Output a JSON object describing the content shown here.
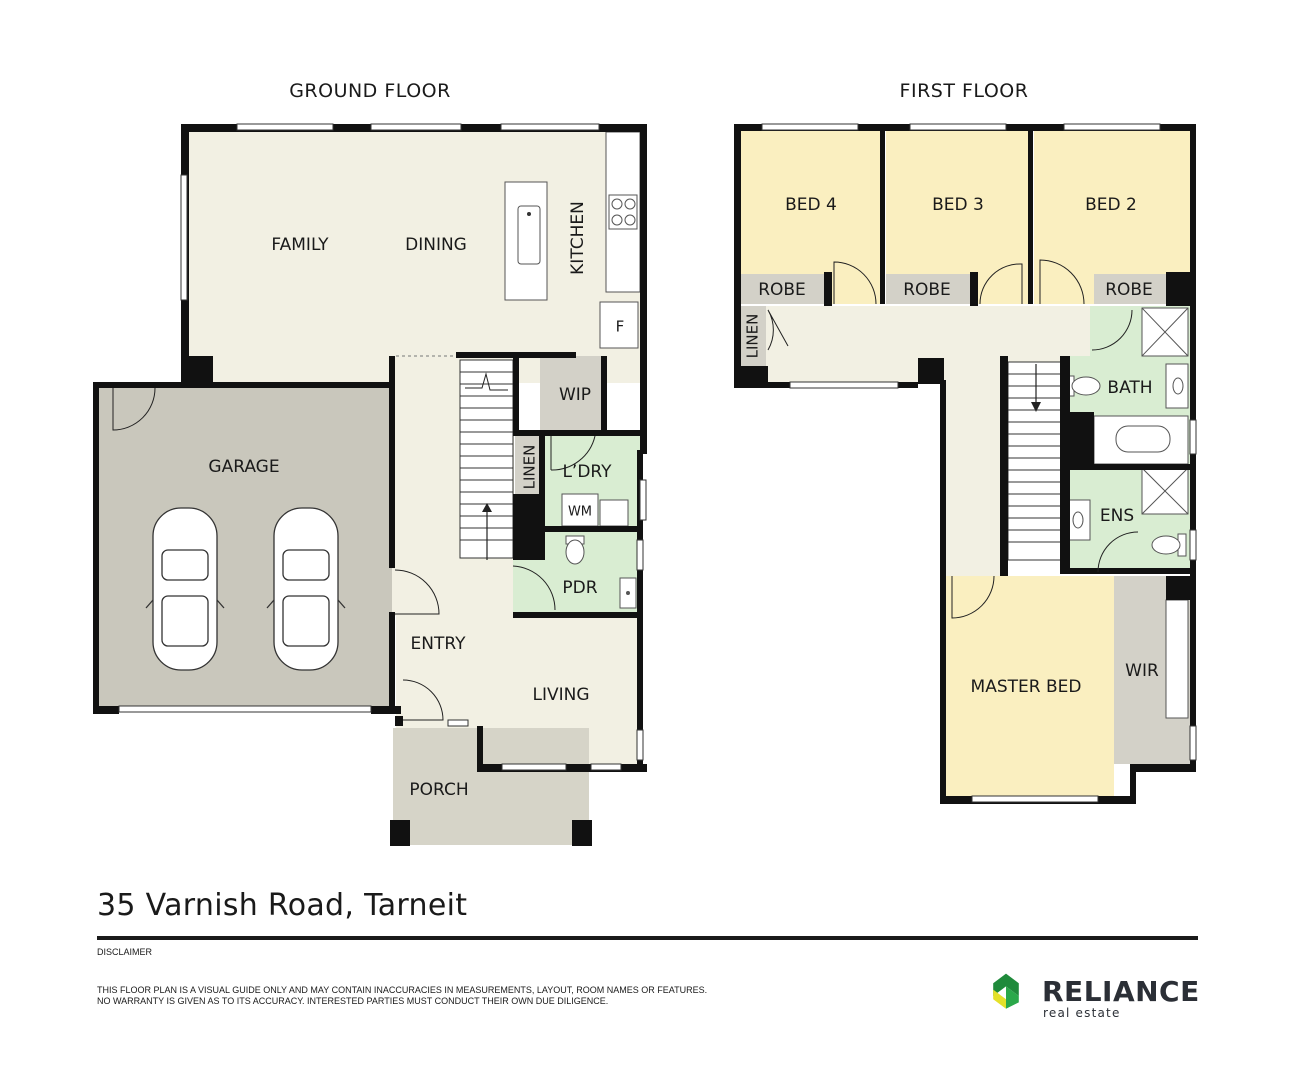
{
  "floors": {
    "ground": {
      "title": "GROUND FLOOR",
      "rooms": {
        "family": "FAMILY",
        "dining": "DINING",
        "kitchen": "KITCHEN",
        "fridge": "F",
        "wip": "WIP",
        "linen": "LINEN",
        "laundry": "L’DRY",
        "wm": "WM",
        "garage": "GARAGE",
        "pdr": "PDR",
        "entry": "ENTRY",
        "living": "LIVING",
        "porch": "PORCH"
      }
    },
    "first": {
      "title": "FIRST FLOOR",
      "rooms": {
        "bed4": "BED 4",
        "bed3": "BED 3",
        "bed2": "BED 2",
        "robe4": "ROBE",
        "robe3": "ROBE",
        "robe2": "ROBE",
        "linen": "LINEN",
        "bath": "BATH",
        "ens": "ENS",
        "master": "MASTER BED",
        "wir": "WIR"
      }
    }
  },
  "address": "35 Varnish Road, Tarneit",
  "disclaimer": {
    "heading": "DISCLAIMER",
    "line1": "THIS FLOOR PLAN IS A VISUAL GUIDE ONLY AND MAY CONTAIN INACCURACIES IN MEASUREMENTS, LAYOUT, ROOM NAMES OR FEATURES.",
    "line2": "NO WARRANTY IS GIVEN AS TO ITS ACCURACY. INTERESTED PARTIES MUST CONDUCT THEIR OWN DUE DILIGENCE."
  },
  "brand": {
    "name": "RELIANCE",
    "tagline": "real estate"
  },
  "colors": {
    "living_area": "#f2f0e3",
    "bedroom": "#faefc0",
    "wet_area": "#d9edd2",
    "garage": "#c9c7bc",
    "storage": "#d3d1c8",
    "porch": "#d6d4c8",
    "wall": "#111111",
    "logo_green": "#1f8a3b",
    "logo_yellow": "#e5e12a"
  }
}
